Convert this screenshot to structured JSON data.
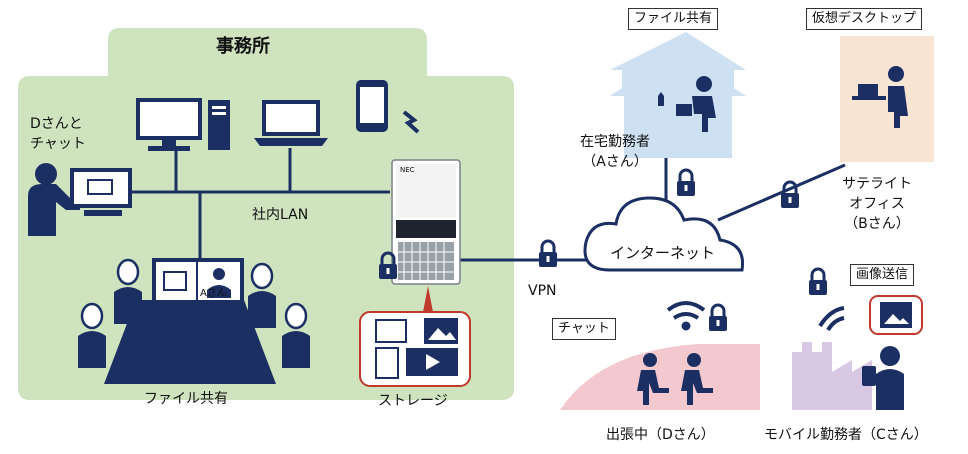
{
  "office": {
    "title": "事務所",
    "chat_with_d": "Dさんと\nチャット",
    "lan_label": "社内LAN",
    "file_share": "ファイル共有",
    "storage": "ストレージ",
    "screen_a_label": "Aさん"
  },
  "links": {
    "vpn": "VPN",
    "internet": "インターネット"
  },
  "home": {
    "tag": "ファイル共有",
    "label": "在宅勤務者\n（Aさん）"
  },
  "satellite": {
    "tag": "仮想デスクトップ",
    "label": "サテライト\nオフィス\n（Bさん）"
  },
  "trip": {
    "tag": "チャット",
    "label": "出張中（Dさん）"
  },
  "mobile": {
    "tag": "画像送信",
    "label": "モバイル勤務者（Cさん）"
  },
  "server": {
    "brand": "NEC"
  },
  "colors": {
    "navy": "#1b2f63",
    "office_bg": "#cfe3bf",
    "home_bg": "#cde1f3",
    "satellite_bg": "#f8e4d3",
    "trip_bg": "#f3c9cf",
    "mobile_bg": "#d9c8e4",
    "storage_border": "#c0392b"
  },
  "icons": [
    "lock-icon",
    "wifi-icon",
    "monitor-icon",
    "laptop-icon",
    "smartphone-icon",
    "server-icon",
    "person-icon",
    "cloud-icon",
    "image-icon",
    "video-icon",
    "document-icon",
    "cat-icon"
  ]
}
